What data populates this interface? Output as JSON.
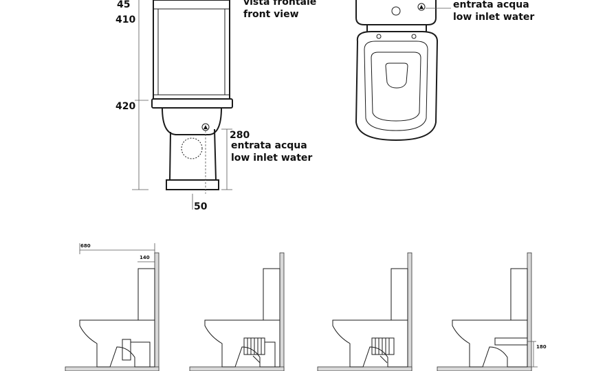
{
  "front_view": {
    "dim_45": "45",
    "dim_410": "410",
    "dim_420": "420",
    "dim_280": "280",
    "dim_50": "50",
    "title_it": "vista frontale",
    "title_en": "front view",
    "inlet_it": "entrata acqua",
    "inlet_en": "low inlet water"
  },
  "top_view": {
    "inlet_it": "entrata acqua",
    "inlet_en": "low inlet water"
  },
  "side_views": {
    "dim_680": "680",
    "dim_140": "140",
    "dim_180": "180"
  }
}
